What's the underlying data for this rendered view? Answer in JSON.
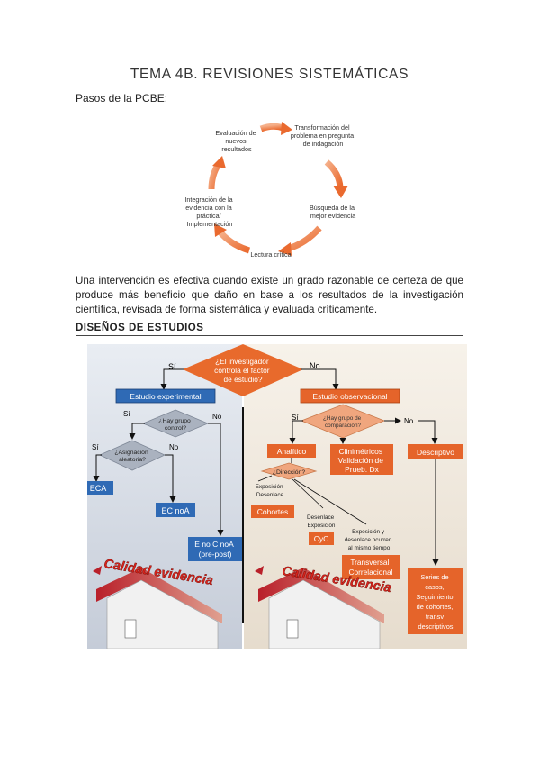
{
  "page": {
    "title": "TEMA 4B. REVISIONES SISTEMÁTICAS",
    "intro": "Pasos de la PCBE:",
    "paragraph": "Una intervención es efectiva cuando existe un grado razonable de certeza de que produce más beneficio que daño en base a los resultados de la investigación científica, revisada de forma sistemática y evaluada críticamente.",
    "section_heading": "DISEÑOS DE ESTUDIOS"
  },
  "cycle": {
    "step1": [
      "Transformación del",
      "problema en pregunta",
      "de indagación"
    ],
    "step2": [
      "Búsqueda de la",
      "mejor evidencia"
    ],
    "step3": [
      "Lectura crítica"
    ],
    "step4": [
      "Integración de la",
      "evidencia con la",
      "práctica/",
      "Implementación"
    ],
    "step5": [
      "Evaluación de",
      "nuevos",
      "resultados"
    ]
  },
  "flow": {
    "question": [
      "¿El investigador",
      "controla el factor",
      "de estudio?"
    ],
    "yes": "Sí",
    "no": "No",
    "experimental": "Estudio experimental",
    "observational": "Estudio observacional",
    "control_q": [
      "¿Hay grupo",
      "control?"
    ],
    "assign_q": [
      "¿Asignación",
      "aleatoria?"
    ],
    "comparison_q": [
      "¿Hay grupo de",
      "comparación?"
    ],
    "direction_q": "¿Dirección?",
    "eca": "ECA",
    "ec_noa": "EC noA",
    "e_no_c": [
      "E no C noA",
      "(pre-post)"
    ],
    "analitico": "Analítico",
    "clinimetricos": [
      "Clinimétricos",
      "Validación de",
      "Prueb. Dx"
    ],
    "descriptivo": "Descriptivo",
    "expo_desenlace": [
      "Exposición",
      "Desenlace"
    ],
    "desenlace_expo": [
      "Desenlace",
      "Exposición"
    ],
    "expo_simult": [
      "Exposición y",
      "desenlace ocurren",
      "al mismo tiempo"
    ],
    "cohortes": "Cohortes",
    "cyc": "CyC",
    "transversal": [
      "Transversal",
      "Correlacional"
    ],
    "series": [
      "Series de",
      "casos,",
      "Seguimiento",
      "de cohortes,",
      "transv",
      "descriptivos"
    ],
    "calidad": "Calidad evidencia"
  },
  "colors": {
    "blue": "#2f6ab5",
    "orange": "#e5642a",
    "diamond": "#aab2bf",
    "cycle_arrow": "#f08a4b",
    "red_text": "#d8231b"
  }
}
